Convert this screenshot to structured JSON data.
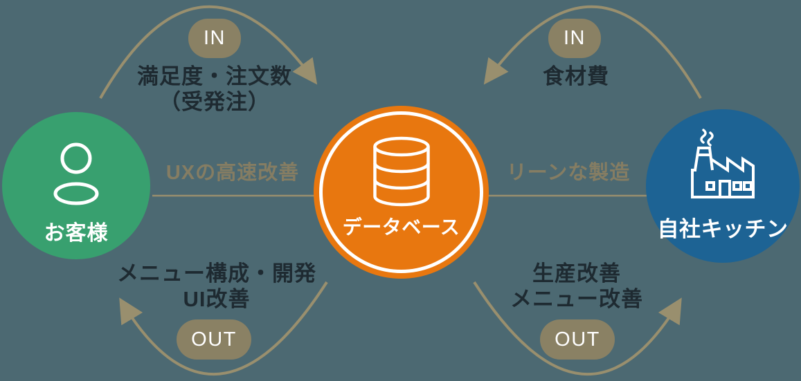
{
  "diagram": {
    "background_color": "#4C6972",
    "nodes": {
      "customer": {
        "label": "お客様",
        "color": "#38A06F",
        "icon": "person-icon"
      },
      "database": {
        "label": "データベース",
        "color": "#E8770F",
        "icon": "database-icon"
      },
      "kitchen": {
        "label": "自社キッチン",
        "color": "#1D6394",
        "icon": "factory-icon"
      }
    },
    "flows": {
      "top_left": {
        "badge": "IN",
        "line1": "満足度・注文数",
        "line2": "（受発注）"
      },
      "top_right": {
        "badge": "IN",
        "line1": "食材費",
        "line2": ""
      },
      "bottom_left": {
        "badge": "OUT",
        "line1": "メニュー構成・開発",
        "line2": "UI改善"
      },
      "bottom_right": {
        "badge": "OUT",
        "line1": "生産改善",
        "line2": "メニュー改善"
      }
    },
    "processes": {
      "left": {
        "label": "UXの高速改善"
      },
      "right": {
        "label": "リーンな製造"
      }
    },
    "colors": {
      "badge": "#8A8164",
      "arrow": "#998F6E",
      "process_text": "#857D63",
      "flow_text": "#1E2A31",
      "node_text": "#FFFFFF"
    }
  }
}
